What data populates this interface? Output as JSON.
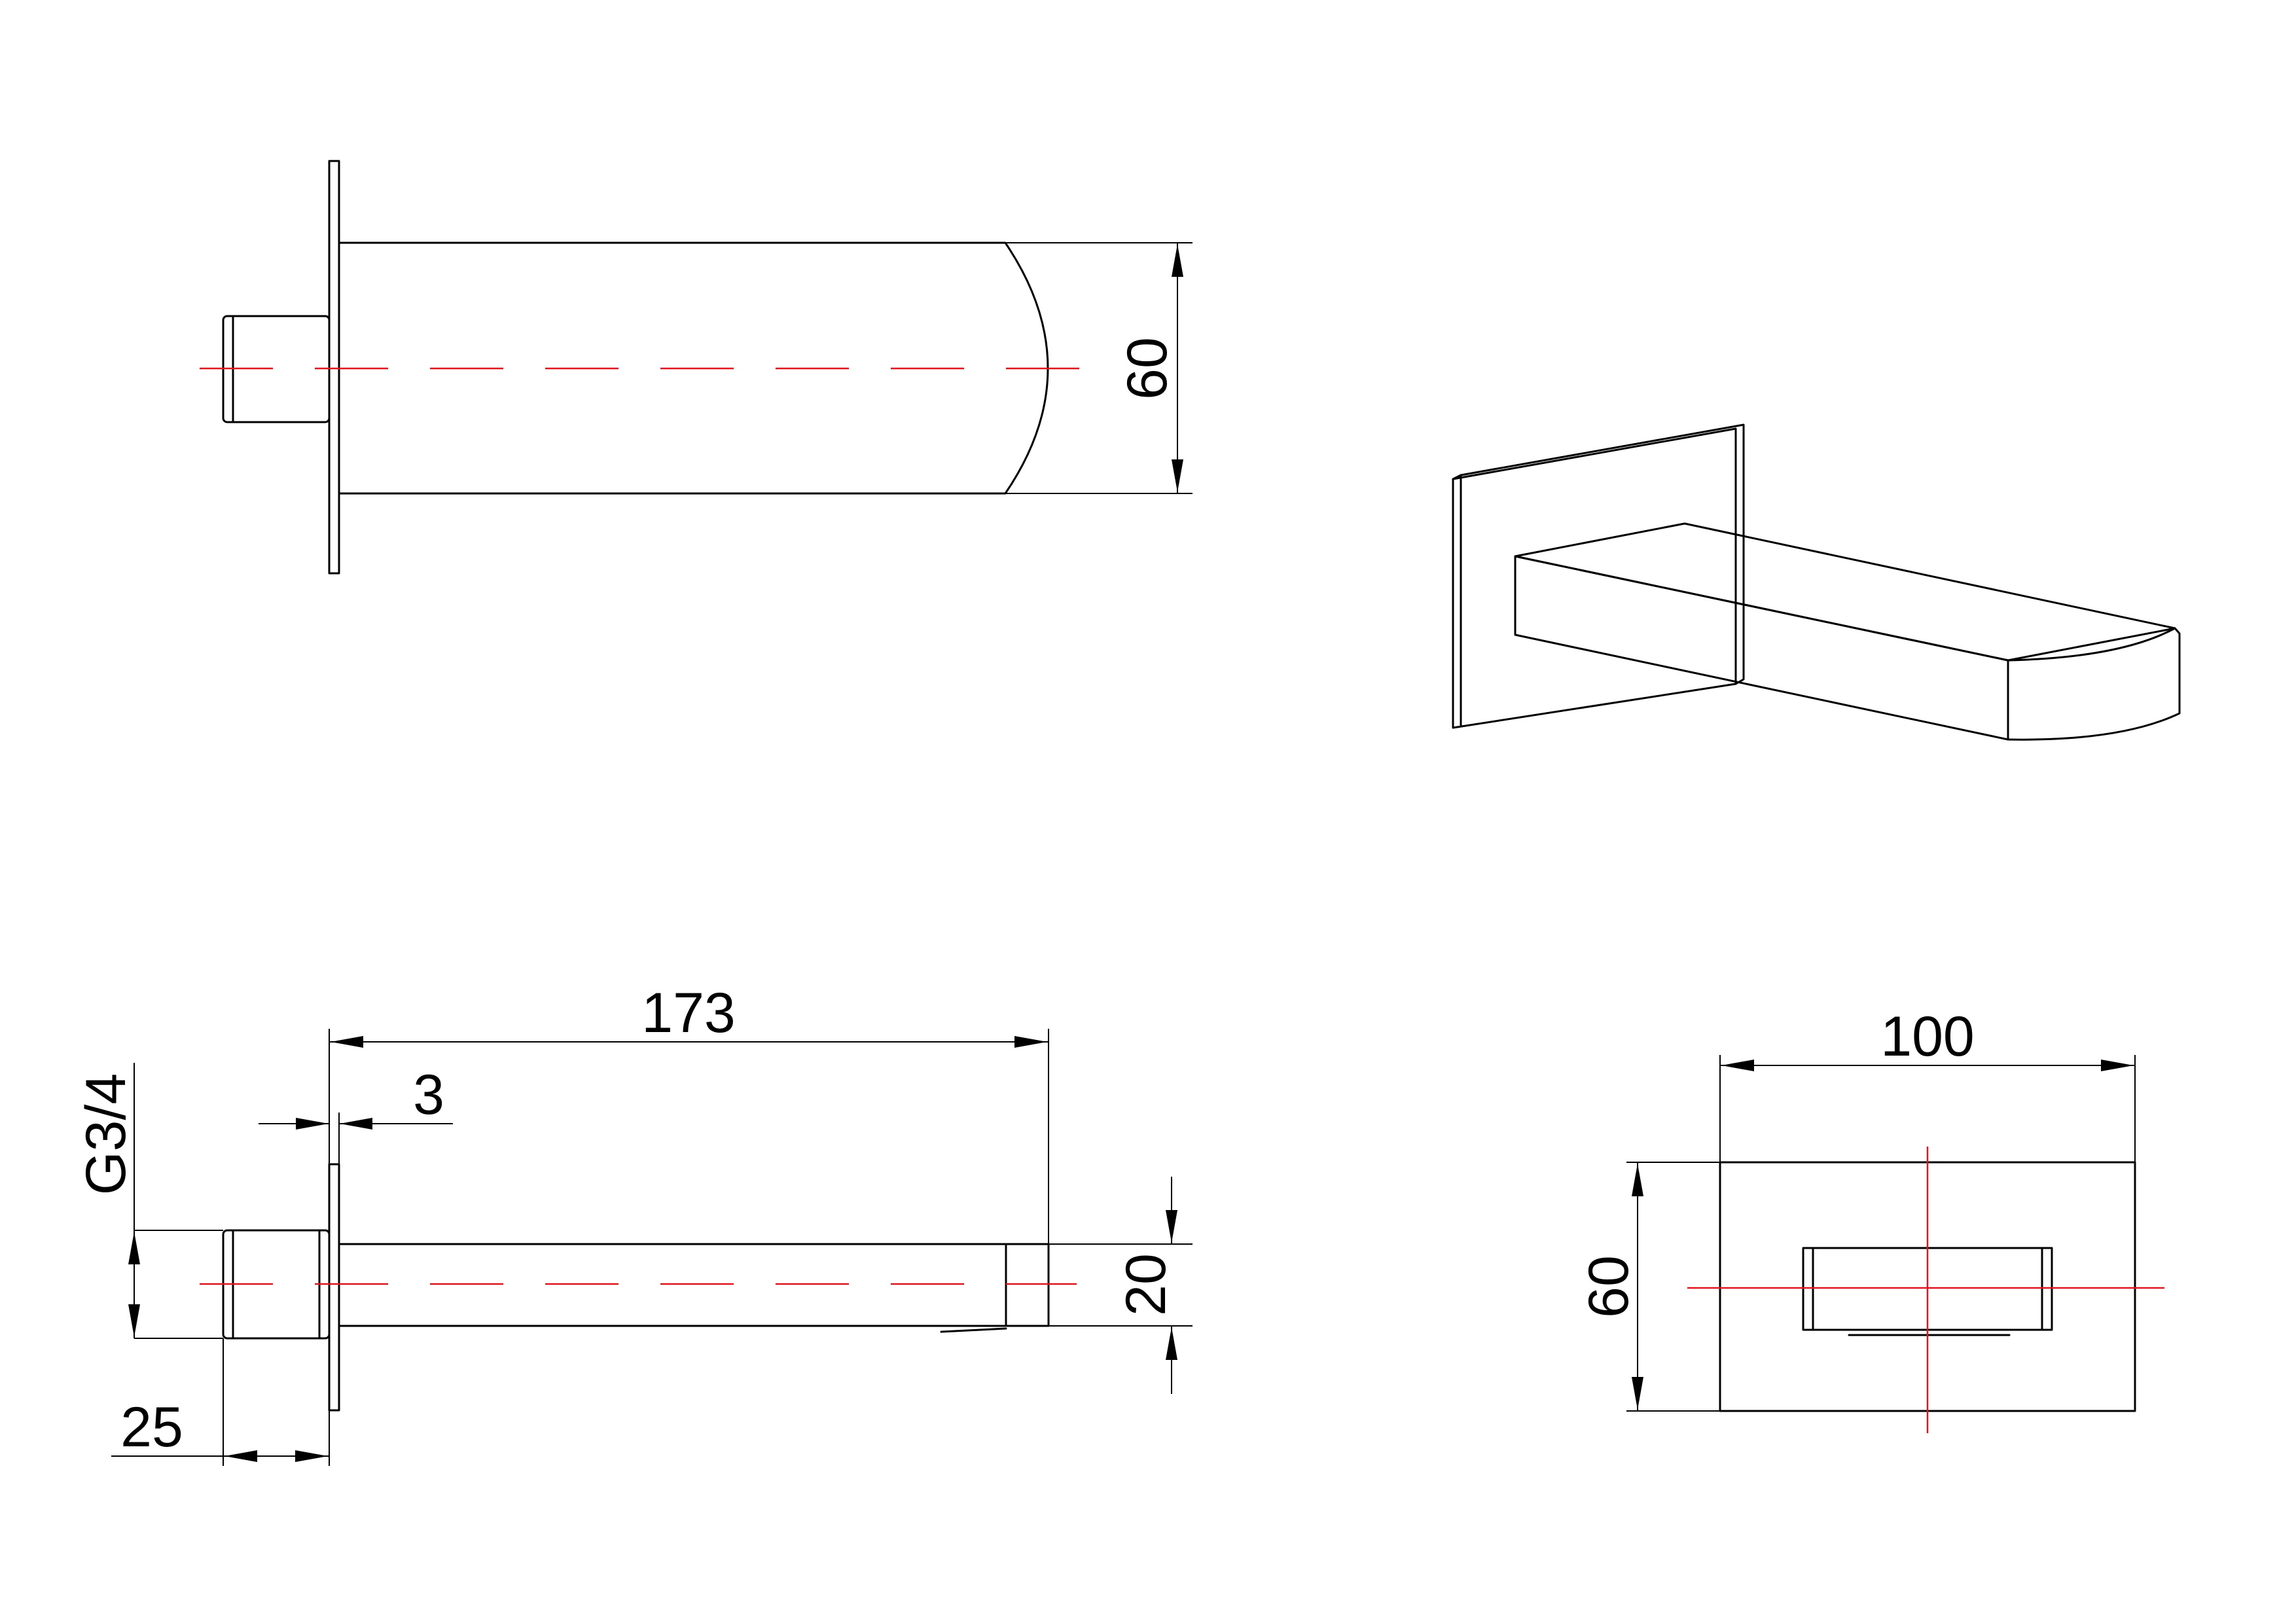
{
  "drawing": {
    "colors": {
      "line": "#000000",
      "centerline": "#e0141e",
      "background": "#ffffff"
    },
    "top_view": {
      "height_dim": "60"
    },
    "side_view": {
      "length_dim": "173",
      "plate_thickness_dim": "3",
      "thread_dim": "G3/4",
      "outlet_height_dim": "20",
      "connector_length_dim": "25"
    },
    "front_view": {
      "width_dim": "100",
      "height_dim": "60"
    }
  }
}
